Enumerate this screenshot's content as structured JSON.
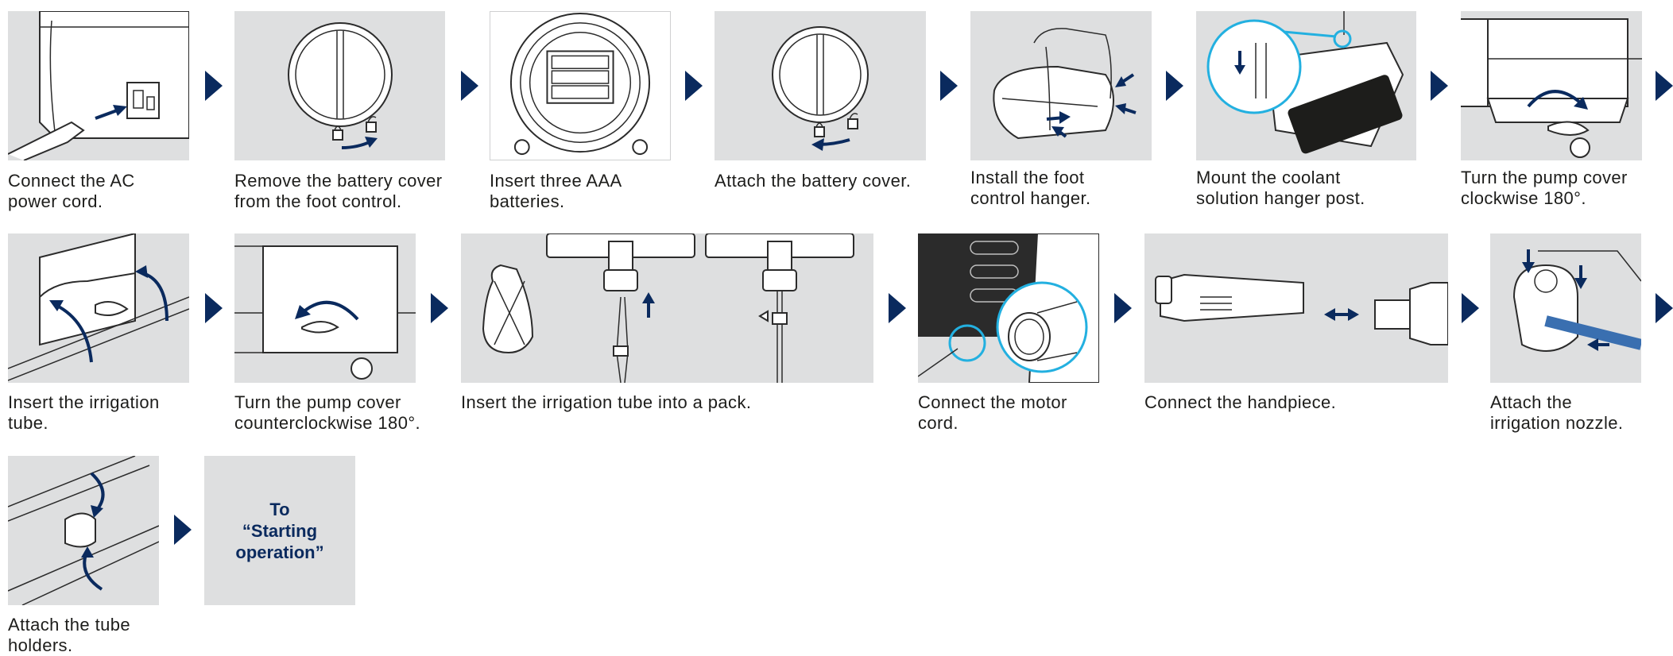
{
  "colors": {
    "accent": "#0a2a5e",
    "panel": "#dedfe0",
    "highlight": "#23b0e0"
  },
  "steps": [
    {
      "caption": "Connect the AC\npower cord."
    },
    {
      "caption": "Remove the battery cover\nfrom the foot control."
    },
    {
      "caption": "Insert three AAA\nbatteries."
    },
    {
      "caption": "Attach the battery cover."
    },
    {
      "caption": "Install the foot\ncontrol hanger."
    },
    {
      "caption": "Mount the coolant\nsolution hanger post."
    },
    {
      "caption": "Turn the pump cover\nclockwise 180°."
    },
    {
      "caption": "Insert the irrigation\ntube."
    },
    {
      "caption": "Turn the pump cover\ncounterclockwise 180°."
    },
    {
      "caption": "Insert the irrigation tube into a pack."
    },
    {
      "caption": "Connect the motor\ncord."
    },
    {
      "caption": "Connect the handpiece."
    },
    {
      "caption": "Attach the\nirrigation nozzle."
    },
    {
      "caption": "Attach the tube\nholders."
    }
  ],
  "link_box": {
    "text": "To\n“Starting\noperation”"
  },
  "icons": [
    "next-step-arrow-icon"
  ]
}
